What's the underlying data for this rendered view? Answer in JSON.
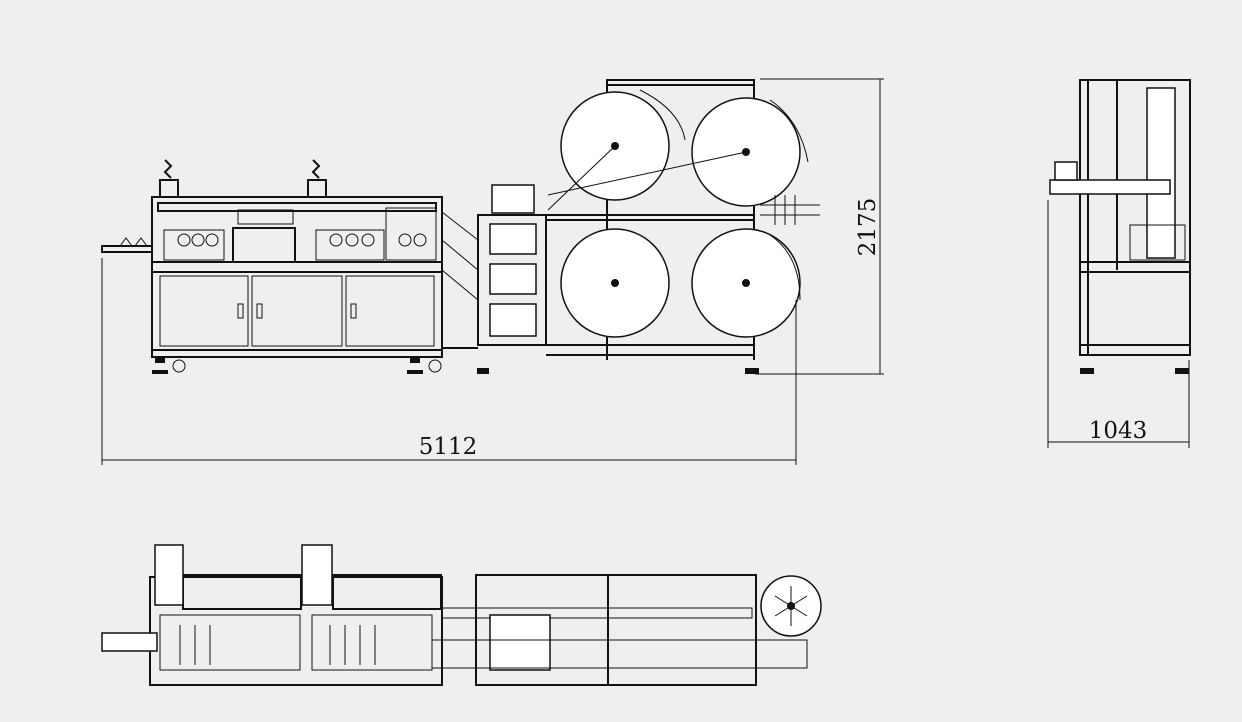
{
  "drawing": {
    "views": [
      "front-view",
      "side-view",
      "top-view"
    ],
    "dimensions": {
      "overall_length": "5112",
      "overall_height": "2175",
      "overall_width": "1043"
    }
  }
}
